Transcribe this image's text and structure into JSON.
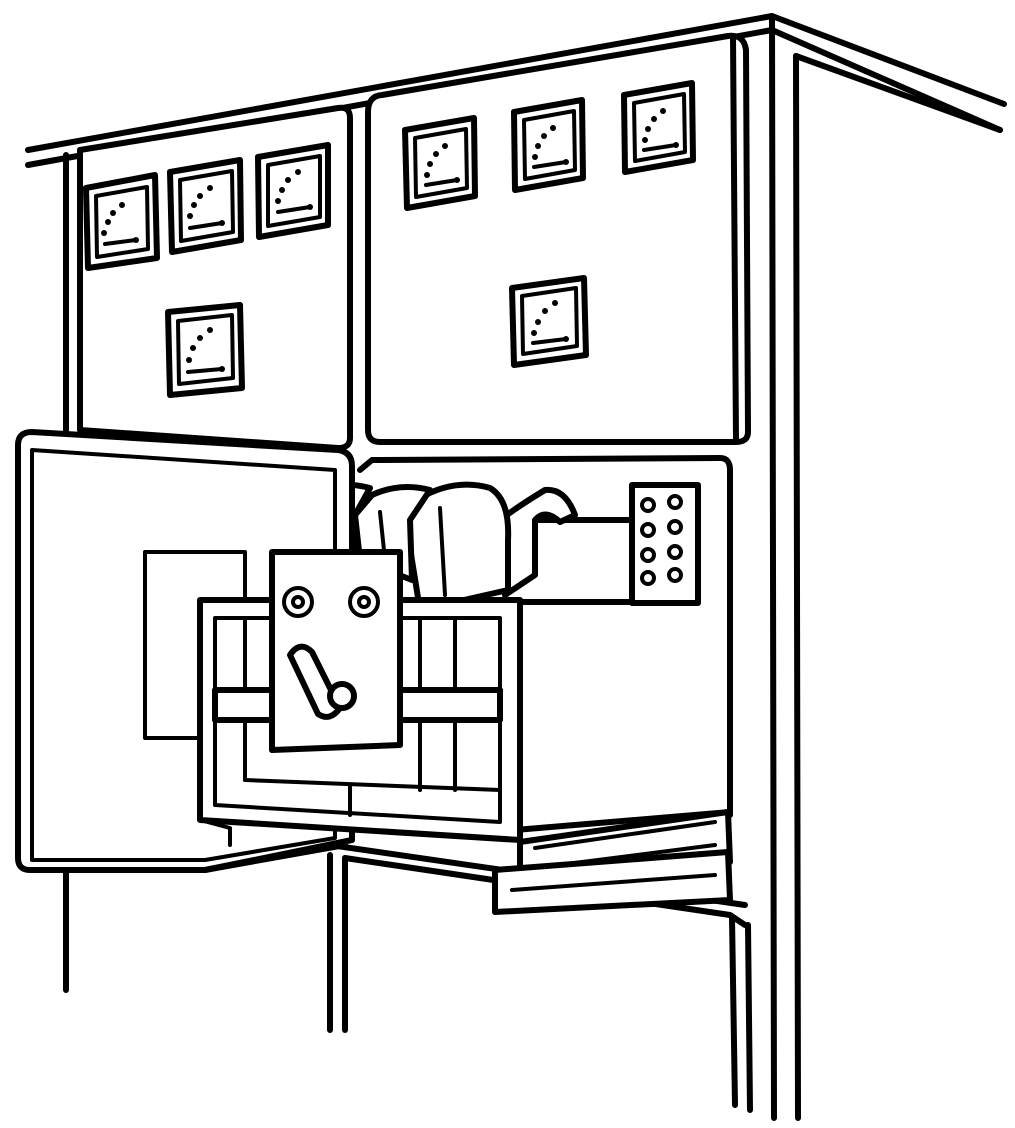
{
  "illustration": {
    "subject": "switchgear-cabinet-with-withdrawn-breaker",
    "line_color": "#000000",
    "background": "#ffffff",
    "upper_left_panel": {
      "meter_count": 4
    },
    "upper_right_panel": {
      "meter_count": 4
    },
    "terminal_block": {
      "rows": 4,
      "columns": 2
    },
    "breaker_front_plate": {
      "knob_count": 2,
      "handle_count": 1
    }
  }
}
